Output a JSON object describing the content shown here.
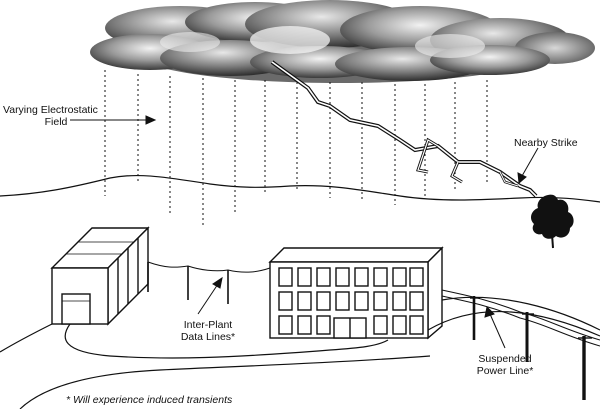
{
  "labels": {
    "field_line1": "Varying Electrostatic",
    "field_line2": "Field",
    "strike": "Nearby Strike",
    "data_lines_line1": "Inter-Plant",
    "data_lines_line2": "Data Lines*",
    "power_line_line1": "Suspended",
    "power_line_line2": "Power Line*",
    "footnote": "* Will experience induced transients"
  },
  "colors": {
    "ink": "#111111",
    "cloud_dark": "#3a3a3a",
    "cloud_light": "#e6e6e6",
    "building_fill": "#ffffff"
  }
}
